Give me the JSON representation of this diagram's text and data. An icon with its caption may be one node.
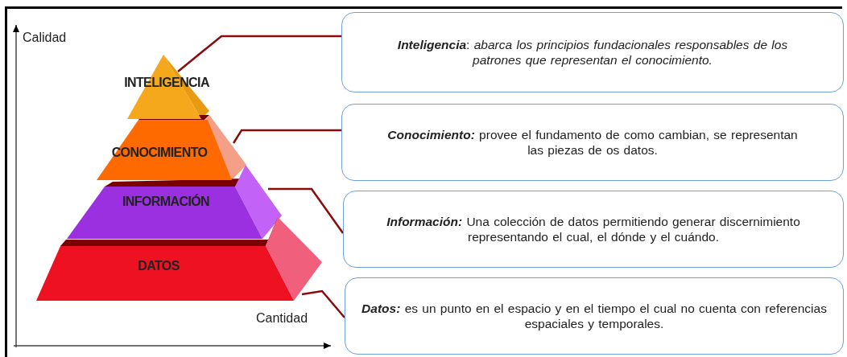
{
  "diagram": {
    "nodes": [
      {
        "text": [
          "INTELIGENCIA"
        ]
      },
      {
        "text": [
          "CONOCIMIENTO"
        ]
      },
      {
        "text": [
          "INFORMACIÓN"
        ]
      },
      {
        "text": [
          "DATOS"
        ]
      },
      {
        "text": [
          "**Inteligencia**: *abarca los principios fundacionales responsables de los patrones que representan el conocimiento.*"
        ]
      },
      {
        "text": [
          "**Conocimiento:** provee el fundamento de como cambian, se representan las piezas de os datos."
        ]
      },
      {
        "text": [
          "**Información:** Una colección de datos permitiendo generar discernimiento representando el cual, el dónde y el cuándo."
        ]
      },
      {
        "text": [
          "**Datos:** es un punto en el espacio y en el tiempo el cual no cuenta con referencias espaciales y temporales."
        ]
      }
    ],
    "edges": [
      {
        "from": 4,
        "to": 0,
        "arrow": "none"
      },
      {
        "from": 5,
        "to": 1,
        "arrow": "none"
      },
      {
        "from": 6,
        "to": 2,
        "arrow": "none"
      },
      {
        "from": 7,
        "to": 3,
        "arrow": "none"
      }
    ],
    "labels": [
      "Calidad",
      "Cantidad"
    ]
  }
}
